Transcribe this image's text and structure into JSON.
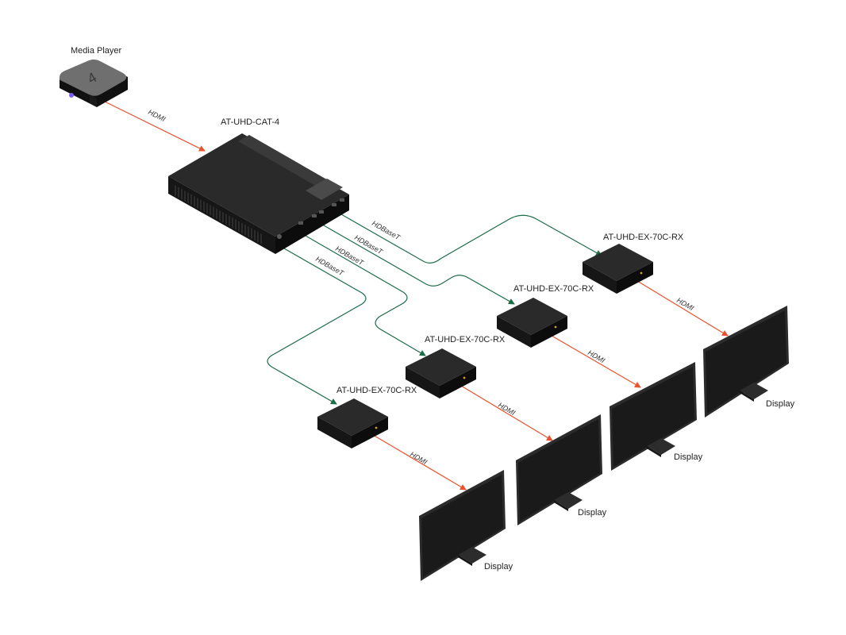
{
  "colors": {
    "hdmi": "#e8522e",
    "hdbaset": "#1e6b48",
    "device_top": "#2a2a2a",
    "device_side": "#161616",
    "device_front": "#0c0c0c",
    "player_top": "#6f6f6f",
    "screen": "#1a1a1a",
    "bezel": "#2b2b2b"
  },
  "media_player": {
    "label": "Media Player",
    "logo": "4"
  },
  "transmitter": {
    "label": "AT-UHD-CAT-4"
  },
  "receivers": [
    {
      "label": "AT-UHD-EX-70C-RX"
    },
    {
      "label": "AT-UHD-EX-70C-RX"
    },
    {
      "label": "AT-UHD-EX-70C-RX"
    },
    {
      "label": "AT-UHD-EX-70C-RX"
    }
  ],
  "displays": [
    {
      "label": "Display"
    },
    {
      "label": "Display"
    },
    {
      "label": "Display"
    },
    {
      "label": "Display"
    }
  ],
  "connections": {
    "source_to_tx": {
      "label": "HDMI",
      "type": "hdmi"
    },
    "tx_to_rx": [
      {
        "label": "HDBaseT",
        "type": "hdbaset"
      },
      {
        "label": "HDBaseT",
        "type": "hdbaset"
      },
      {
        "label": "HDBaseT",
        "type": "hdbaset"
      },
      {
        "label": "HDBaseT",
        "type": "hdbaset"
      }
    ],
    "rx_to_display": [
      {
        "label": "HDMI",
        "type": "hdmi"
      },
      {
        "label": "HDMI",
        "type": "hdmi"
      },
      {
        "label": "HDMI",
        "type": "hdmi"
      },
      {
        "label": "HDMI",
        "type": "hdmi"
      }
    ]
  }
}
